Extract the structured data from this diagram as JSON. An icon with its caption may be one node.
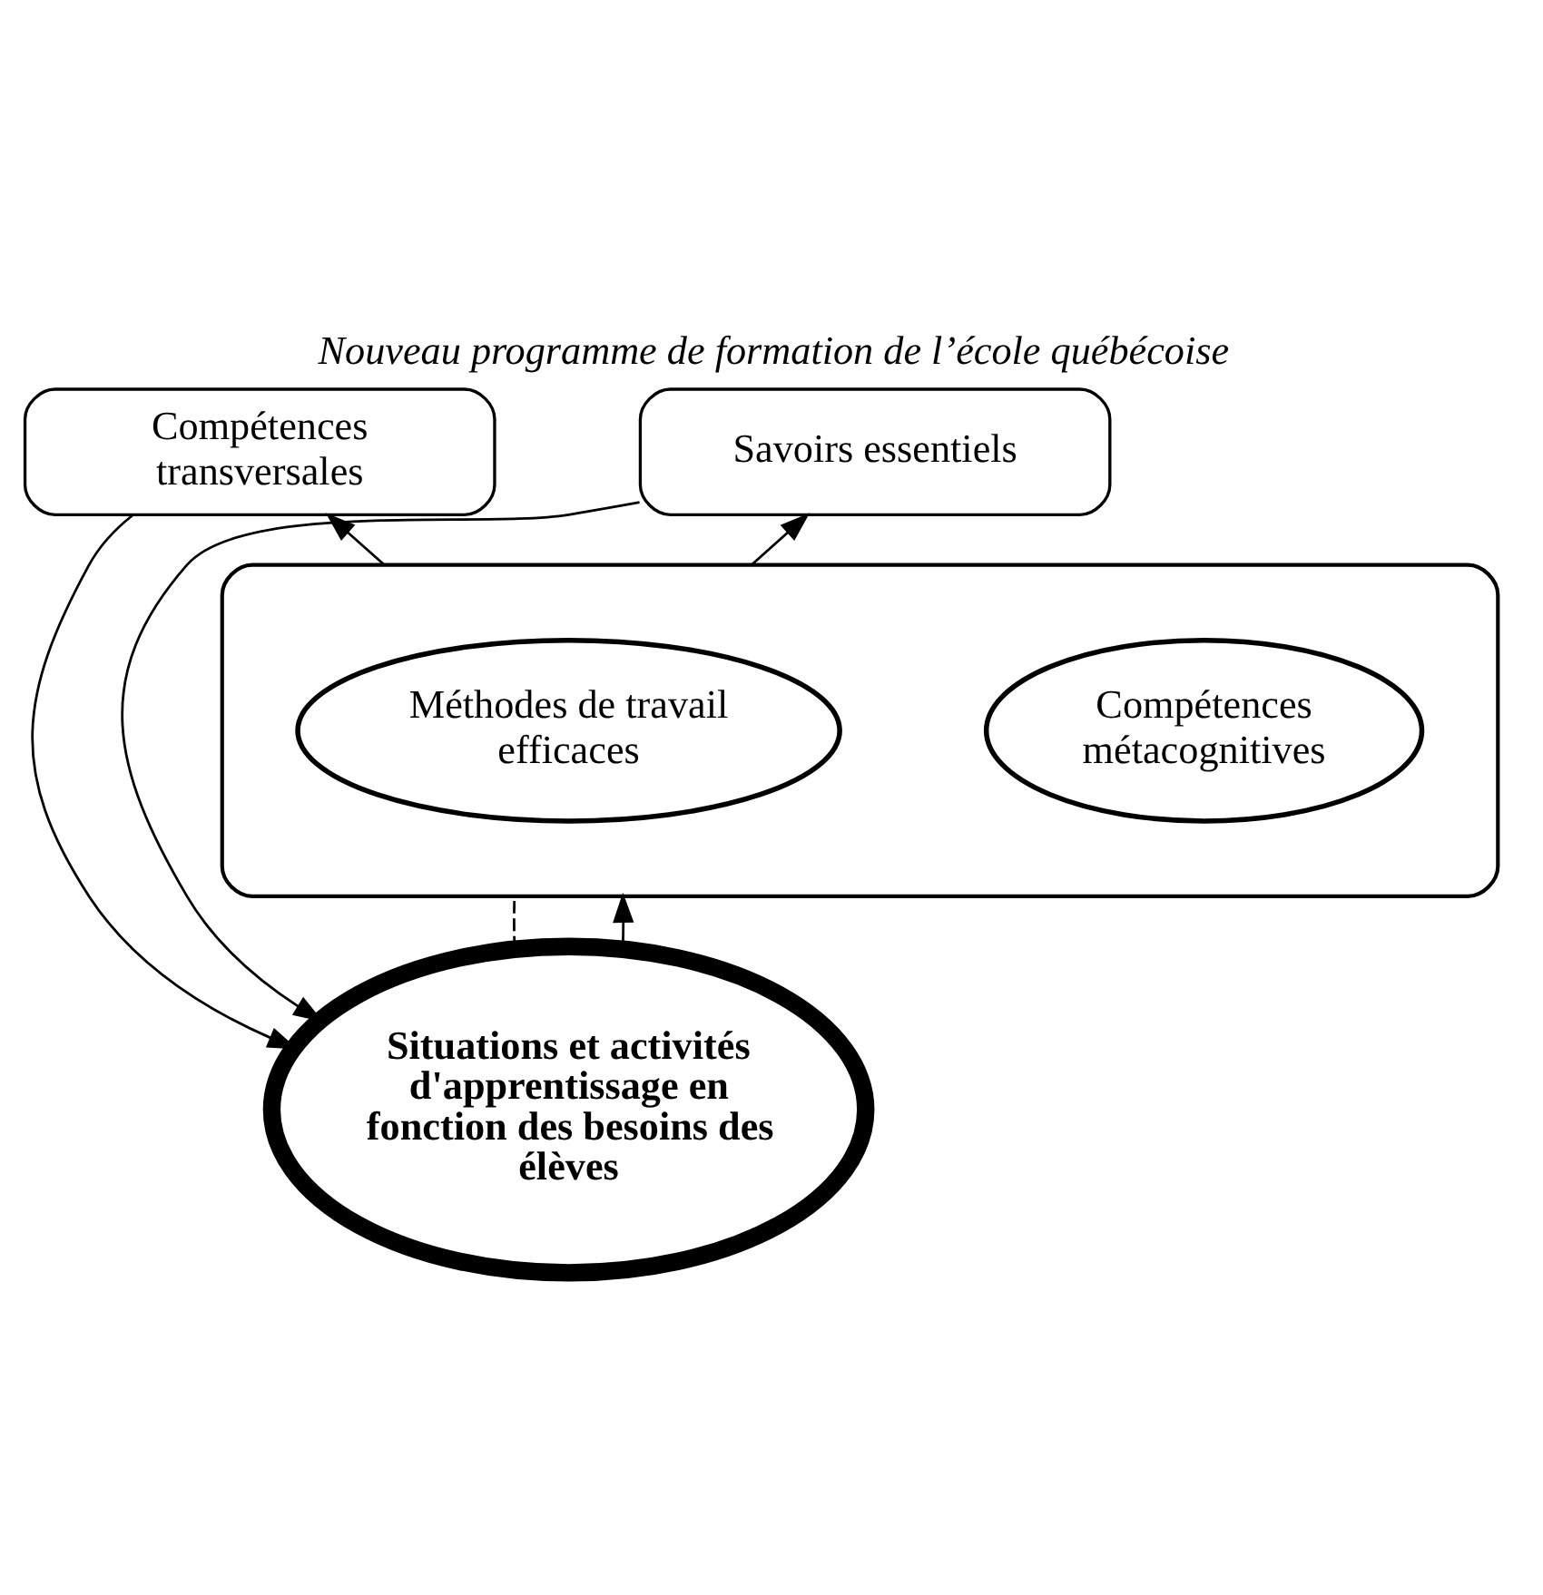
{
  "diagram": {
    "title": "Nouveau programme de formation de l’école québécoise",
    "nodes": [
      {
        "text": [
          "Compétences transversales"
        ]
      },
      {
        "text": [
          "Savoirs essentiels"
        ]
      },
      {
        "text": [],
        "shape": "ellipse"
      },
      {
        "text": [
          "Méthodes de travail efficaces"
        ],
        "in": 2
      },
      {
        "text": [
          "Compétences métacognitives"
        ],
        "in": 2
      },
      {
        "text": [
          "Situations et activités d'apprentissage en fonction des besoins des élèves"
        ]
      }
    ],
    "edges": [
      {
        "from": 2,
        "to": 0,
        "arrow": "to"
      },
      {
        "from": 2,
        "to": 1,
        "arrow": "to"
      },
      {
        "from": 5,
        "to": 2,
        "arrow": "none",
        "style": "dashed"
      },
      {
        "from": 5,
        "to": 2,
        "arrow": "to"
      },
      {
        "from": 0,
        "to": 5,
        "arrow": "to"
      },
      {
        "from": 1,
        "to": 5,
        "arrow": "to"
      }
    ]
  }
}
